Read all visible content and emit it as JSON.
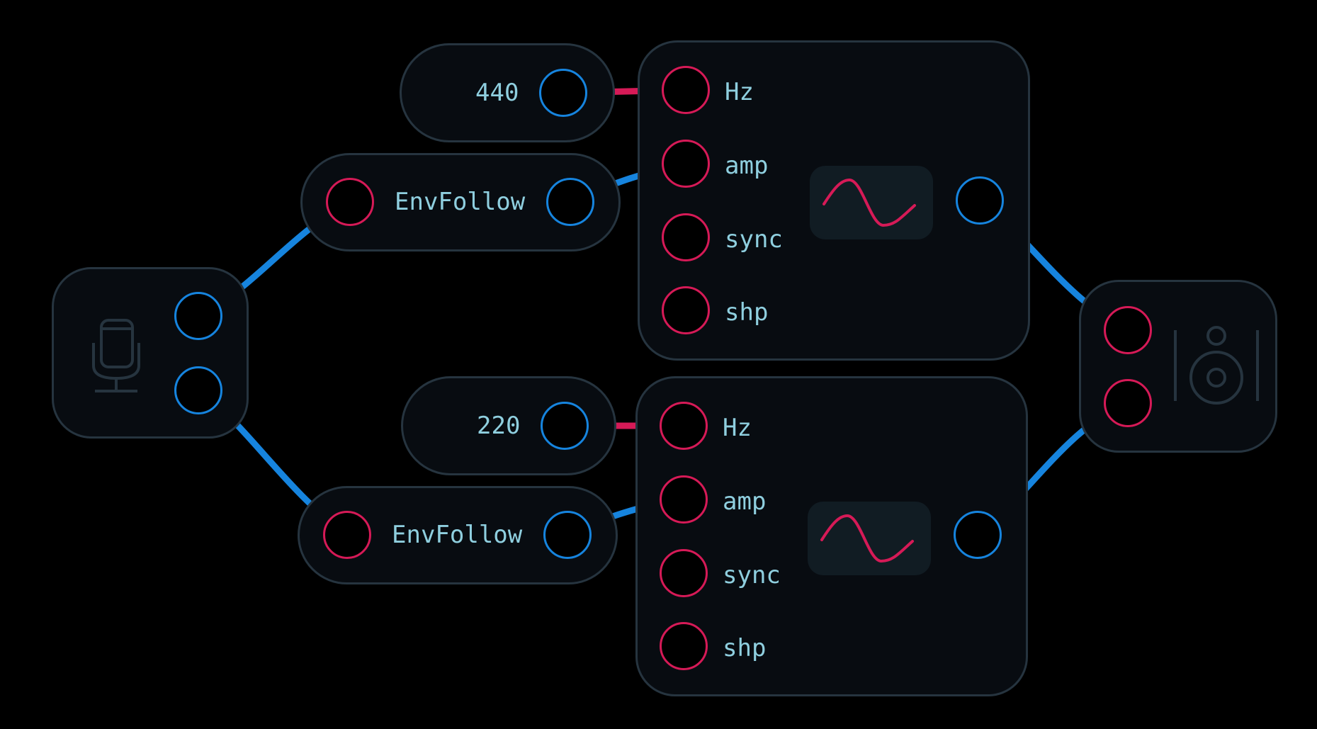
{
  "nodes": {
    "const_1": {
      "value": "440"
    },
    "env_1": {
      "label": "EnvFollow"
    },
    "osc_1": {
      "inputs": [
        "Hz",
        "amp",
        "sync",
        "shp"
      ]
    },
    "const_2": {
      "value": "220"
    },
    "env_2": {
      "label": "EnvFollow"
    },
    "osc_2": {
      "inputs": [
        "Hz",
        "amp",
        "sync",
        "shp"
      ]
    },
    "mic": {
      "icon": "microphone-icon"
    },
    "speaker": {
      "icon": "speaker-icon"
    }
  },
  "colors": {
    "background": "#000000",
    "node_fill": "#080c11",
    "node_border": "#26343f",
    "input_port": "#d61a57",
    "output_port": "#1684de",
    "label": "#8fcfdf",
    "wire_audio": "#1a84de",
    "wire_control": "#d61a57"
  }
}
